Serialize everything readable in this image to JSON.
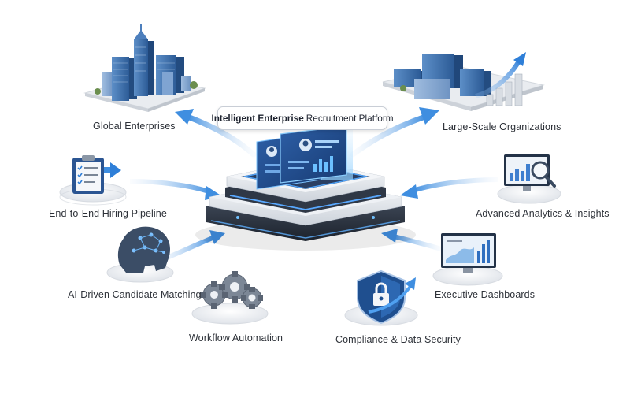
{
  "title": {
    "bold_part": "Intelligent Enterprise",
    "rest_part": "Recruitment Platform"
  },
  "nodes": {
    "global_enterprises": "Global Enterprises",
    "large_scale_organizations": "Large-Scale Organizations",
    "hiring_pipeline": "End-to-End Hiring Pipeline",
    "analytics_insights": "Advanced Analytics & Insights",
    "ai_matching": "AI-Driven Candidate Matching",
    "executive_dashboards": "Executive Dashboards",
    "workflow_automation": "Workflow Automation",
    "compliance_security": "Compliance & Data Security"
  },
  "colors": {
    "accent_blue": "#2f7fd8",
    "glow_blue": "#5fb0ff",
    "arrow_light": "#cfe2f7",
    "platform_silver": "#e4e8ee",
    "platform_dark": "#2c3442",
    "shield_navy": "#1f4f8f"
  },
  "icons": {
    "global_enterprises": "city-buildings-icon",
    "large_scale_organizations": "office-growth-icon",
    "hiring_pipeline": "clipboard-checklist-icon",
    "analytics_insights": "magnifier-chart-icon",
    "ai_matching": "ai-head-icon",
    "executive_dashboards": "dashboard-monitor-icon",
    "workflow_automation": "gears-icon",
    "compliance_security": "shield-lock-icon"
  }
}
